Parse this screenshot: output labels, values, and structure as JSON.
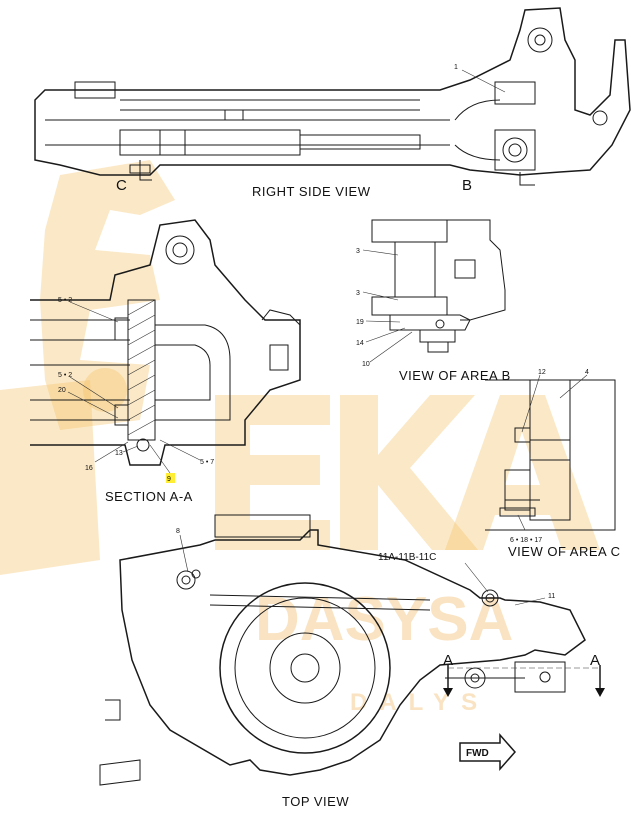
{
  "views": {
    "right_side": {
      "caption": "RIGHT SIDE VIEW",
      "marker_c": "C",
      "marker_b": "B",
      "callout_1": "1"
    },
    "area_b": {
      "caption": "VIEW OF AREA B",
      "callouts": [
        "3",
        "3",
        "19",
        "14",
        "10"
      ]
    },
    "area_c": {
      "caption": "VIEW OF AREA C",
      "callout_12": "12",
      "callout_4": "4",
      "callout_bottom": "6 • 18 • 17"
    },
    "section_aa": {
      "caption": "SECTION A-A",
      "callout_5_2_top": "5 • 2",
      "callout_5_2_mid": "5 • 2",
      "callout_20": "20",
      "callout_16": "16",
      "callout_13": "13",
      "callout_9": "9",
      "callout_5_7": "5 • 7"
    },
    "top": {
      "caption": "TOP VIEW",
      "callout_8": "8",
      "callout_11abc": "11A-11B-11C",
      "callout_11": "11",
      "marker_a_left": "A",
      "marker_a_right": "A",
      "fwd": "FWD"
    }
  },
  "watermark": {
    "brand": "DASYSA",
    "sub": "DALYS"
  },
  "colors": {
    "highlight": "#ffee33",
    "watermark": "#f5c36a",
    "line": "#1a1a1a"
  }
}
